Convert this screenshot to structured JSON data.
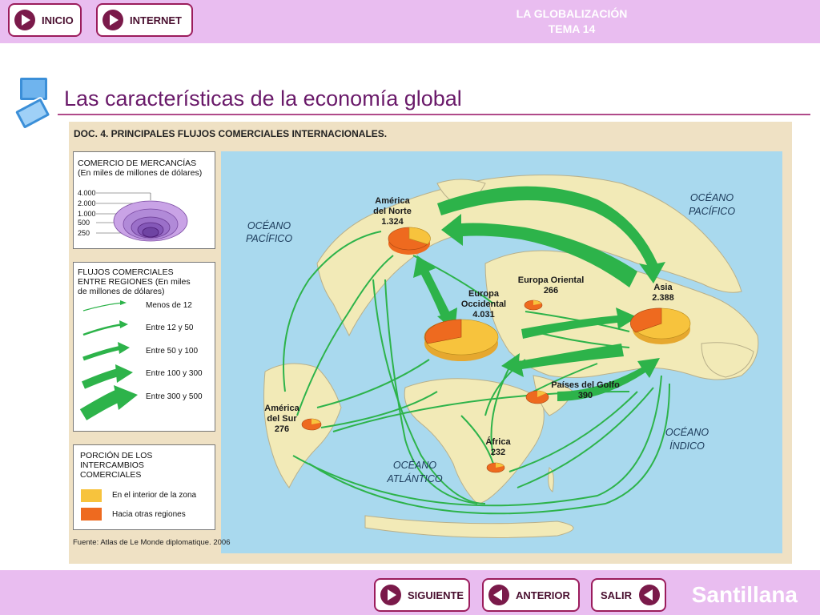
{
  "header": {
    "inicio_label": "INICIO",
    "internet_label": "INTERNET",
    "theme_line1": "LA GLOBALIZACIÓN",
    "theme_line2": "TEMA 14"
  },
  "page": {
    "title": "Las características de la economía global"
  },
  "document": {
    "heading": "DOC. 4. PRINCIPALES FLUJOS COMERCIALES INTERNACIONALES.",
    "source": "Fuente: Atlas de Le Monde diplomatique. 2006",
    "legend_trade": {
      "title": "COMERCIO DE MERCANCÍAS",
      "subtitle": "(En miles de millones de dólares)",
      "scale": [
        "4.000",
        "2.000",
        "1.000",
        "500",
        "250"
      ]
    },
    "legend_flows": {
      "title_line1": "FLUJOS COMERCIALES",
      "title_line2": "ENTRE REGIONES (En miles",
      "title_line3": "de millones de dólares)",
      "items": [
        "Menos de 12",
        "Entre 12 y  50",
        "Entre 50 y 100",
        "Entre 100 y 300",
        "Entre 300 y 500"
      ]
    },
    "legend_portion": {
      "title_line1": "PORCIÓN DE LOS",
      "title_line2": "INTERCAMBIOS",
      "title_line3": "COMERCIALES",
      "inside": "En el interior de la zona",
      "outside": "Hacia otras regiones"
    },
    "map_labels": {
      "pacific_west_1": "OCÉANO",
      "pacific_west_2": "PACÍFICO",
      "pacific_east_1": "OCÉANO",
      "pacific_east_2": "PACÍFICO",
      "atlantic_1": "OCÉANO",
      "atlantic_2": "ATLÁNTICO",
      "indian_1": "OCÉANO",
      "indian_2": "ÍNDICO"
    },
    "regions": [
      {
        "name_line1": "América",
        "name_line2": "del Norte",
        "value": "1.324"
      },
      {
        "name_line1": "Europa",
        "name_line2": "Occidental",
        "value": "4.031"
      },
      {
        "name_line1": "Europa Oriental",
        "name_line2": "",
        "value": "266"
      },
      {
        "name_line1": "Asia",
        "name_line2": "",
        "value": "2.388"
      },
      {
        "name_line1": "Países del Golfo",
        "name_line2": "",
        "value": "390"
      },
      {
        "name_line1": "América",
        "name_line2": "del Sur",
        "value": "276"
      },
      {
        "name_line1": "África",
        "name_line2": "",
        "value": "232"
      }
    ]
  },
  "footer": {
    "next_label": "SIGUIENTE",
    "prev_label": "ANTERIOR",
    "exit_label": "SALIR",
    "brand": "Santillana"
  },
  "colors": {
    "bar": "#e9bdf0",
    "accent": "#9b1c5c",
    "arrow": "#2db34a",
    "inside": "#f7c33d",
    "outside": "#ee6a1f",
    "ocean": "#a9d9ee",
    "land": "#f2eab7"
  }
}
